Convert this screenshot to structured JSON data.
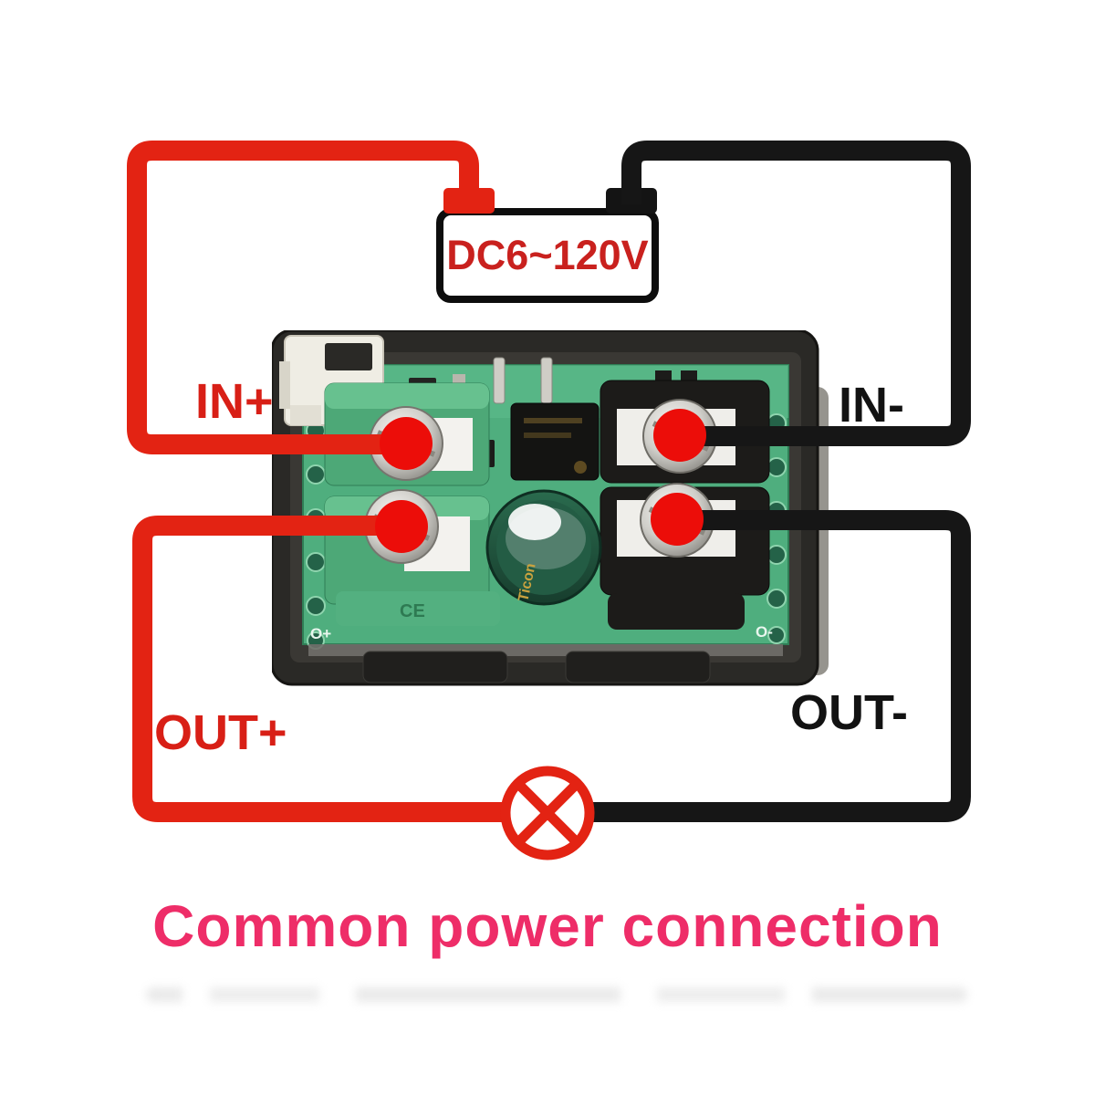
{
  "title": {
    "text": "Common power connection",
    "color": "#ee2d68"
  },
  "power_source": {
    "label": "DC6~120V",
    "text_color": "#c9211e",
    "positive_terminal": "red",
    "negative_terminal": "black"
  },
  "wire_labels": {
    "in_plus": "IN+",
    "in_minus": "IN-",
    "out_plus": "OUT+",
    "out_minus": "OUT-"
  },
  "wires": {
    "positive_color": "#e32313",
    "negative_color": "#161616",
    "connection_dot_color": "#ec0d09"
  },
  "load": {
    "symbol": "lamp-circle-x-icon",
    "color": "#e32313"
  },
  "module": {
    "pcb_color": "#4fae7e",
    "markings": {
      "bottom_left": "O+",
      "bottom_right": "O-",
      "terminal_ce": "CE",
      "capacitor": "Ticon"
    }
  }
}
